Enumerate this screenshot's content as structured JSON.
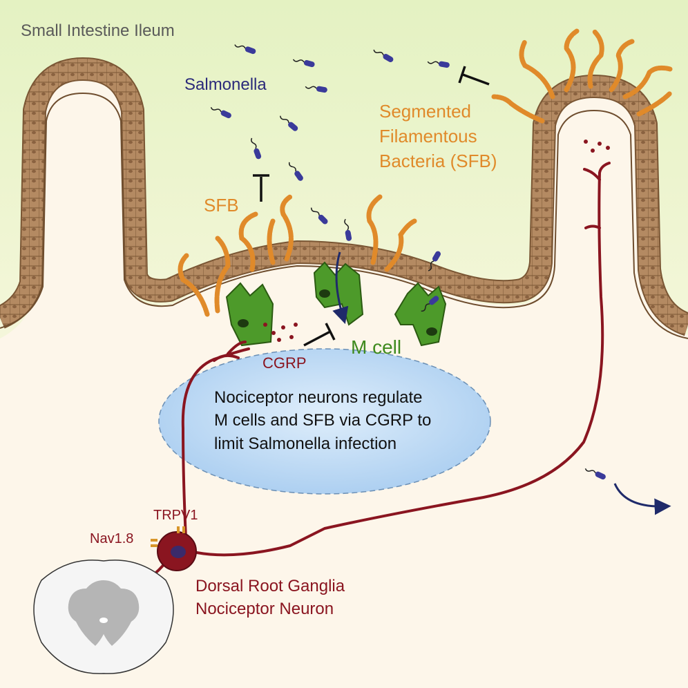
{
  "title": "Small Intestine Ileum",
  "labels": {
    "salmonella": "Salmonella",
    "sfb_full_1": "Segmented",
    "sfb_full_2": "Filamentous",
    "sfb_full_3": "Bacteria (SFB)",
    "sfb_short": "SFB",
    "m_cell": "M cell",
    "cgrp": "CGRP",
    "summary_1": "Nociceptor neurons regulate",
    "summary_2": "M cells and SFB via CGRP to",
    "summary_3": "limit Salmonella infection",
    "trpv1": "TRPV1",
    "nav18": "Nav1.8",
    "drg_1": "Dorsal Root Ganglia",
    "drg_2": "Nociceptor Neuron"
  },
  "colors": {
    "title": "#5a5a5a",
    "salmonella": "#2b2a7a",
    "sfb": "#e08a2a",
    "m_cell": "#3f8a1e",
    "neuron": "#8a1520",
    "summary": "#111111",
    "epithelium": "#a97c55",
    "lumen_top": "#e9f5cf",
    "tissue": "#fdf6ea",
    "follicle": "#b7d6f2"
  },
  "icons": [
    "bacterium-icon",
    "inhibition-icon",
    "arrow-icon",
    "spinal-cord-icon",
    "neuron-soma-icon"
  ]
}
